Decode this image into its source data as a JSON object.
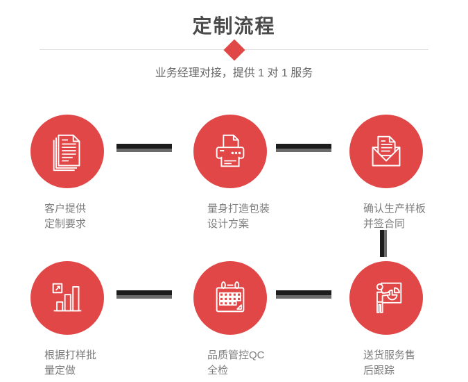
{
  "header": {
    "title": "定制流程",
    "subtitle": "业务经理对接，提供 1 对 1 服务",
    "divider_diamond": "diamond-icon"
  },
  "steps": [
    {
      "icon": "documents-stack-icon",
      "label_line1": "客户提供",
      "label_line2": "定制要求"
    },
    {
      "icon": "printer-icon",
      "label_line1": "量身打造包装",
      "label_line2": "设计方案"
    },
    {
      "icon": "open-envelope-icon",
      "label_line1": "确认生产样板",
      "label_line2": "并签合同"
    },
    {
      "icon": "bar-chart-icon",
      "label_line1": "根据打样批",
      "label_line2": "量定做"
    },
    {
      "icon": "calendar-icon",
      "label_line1": "品质管控QC",
      "label_line2": "全检"
    },
    {
      "icon": "presentation-board-icon",
      "label_line1": "送货服务售",
      "label_line2": "后跟踪"
    }
  ],
  "colors": {
    "accent_red": "#e14747",
    "title_text": "#4a4a4a",
    "subtitle_text": "#666666",
    "caption_text": "#7d7d7d",
    "connector_dark": "#1c1c1c",
    "connector_gray": "#6b6b6b",
    "divider_line": "#dcdcdc",
    "icon_stroke": "#ffffff"
  }
}
